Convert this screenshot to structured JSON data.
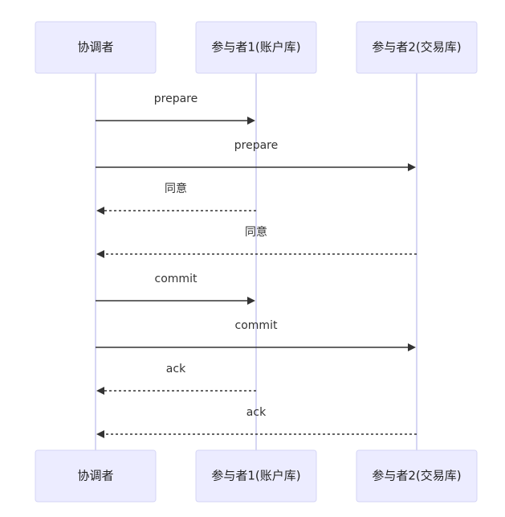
{
  "participants": [
    {
      "id": "coordinator",
      "label": "协调者"
    },
    {
      "id": "p1",
      "label": "参与者1(账户库)"
    },
    {
      "id": "p2",
      "label": "参与者2(交易库)"
    }
  ],
  "messages": [
    {
      "from": "coordinator",
      "to": "p1",
      "label": "prepare",
      "style": "solid"
    },
    {
      "from": "coordinator",
      "to": "p2",
      "label": "prepare",
      "style": "solid"
    },
    {
      "from": "p1",
      "to": "coordinator",
      "label": "同意",
      "style": "dashed"
    },
    {
      "from": "p2",
      "to": "coordinator",
      "label": "同意",
      "style": "dashed"
    },
    {
      "from": "coordinator",
      "to": "p1",
      "label": "commit",
      "style": "solid"
    },
    {
      "from": "coordinator",
      "to": "p2",
      "label": "commit",
      "style": "solid"
    },
    {
      "from": "p1",
      "to": "coordinator",
      "label": "ack",
      "style": "dashed"
    },
    {
      "from": "p2",
      "to": "coordinator",
      "label": "ack",
      "style": "dashed"
    }
  ],
  "colors": {
    "actor_fill": "#ececff",
    "actor_border": "#d5d5f5",
    "lifeline": "#c8c8f0",
    "arrow": "#333333"
  }
}
